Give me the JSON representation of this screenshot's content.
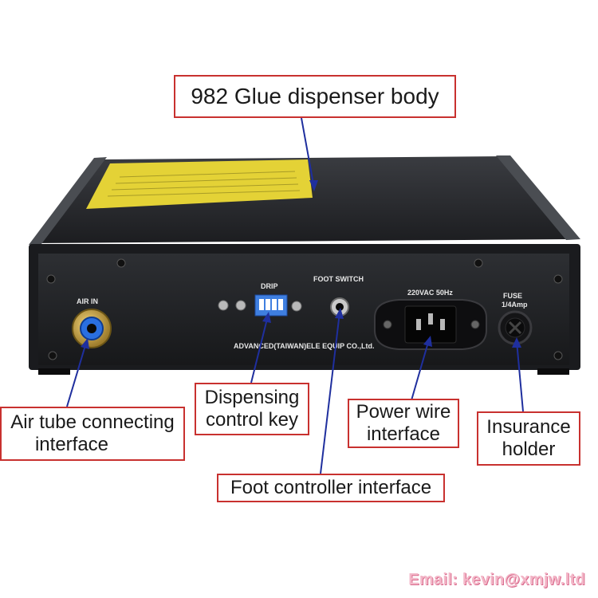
{
  "labels": {
    "body": "982 Glue dispenser body",
    "air_tube_line1": "Air tube connecting",
    "air_tube_line2": "interface",
    "dispensing_line1": "Dispensing",
    "dispensing_line2": "control key",
    "power_line1": "Power wire",
    "power_line2": "interface",
    "insurance_line1": "Insurance",
    "insurance_line2": "holder",
    "foot_controller": "Foot controller interface"
  },
  "panel": {
    "air_in": "AIR IN",
    "drip": "DRIP",
    "foot_switch": "FOOT SWITCH",
    "voltage": "220VAC 50Hz",
    "fuse": "FUSE",
    "fuse_rating": "1/4Amp",
    "maker": "ADVANCED(TAIWAN)ELE EQUIP CO.,Ltd."
  },
  "email": "Email: kevin@xmjw.ltd",
  "colors": {
    "callout_border": "#c8312f",
    "arrow": "#1f2f9e",
    "device_body": "#26282c",
    "warning_label": "#e8d531"
  }
}
